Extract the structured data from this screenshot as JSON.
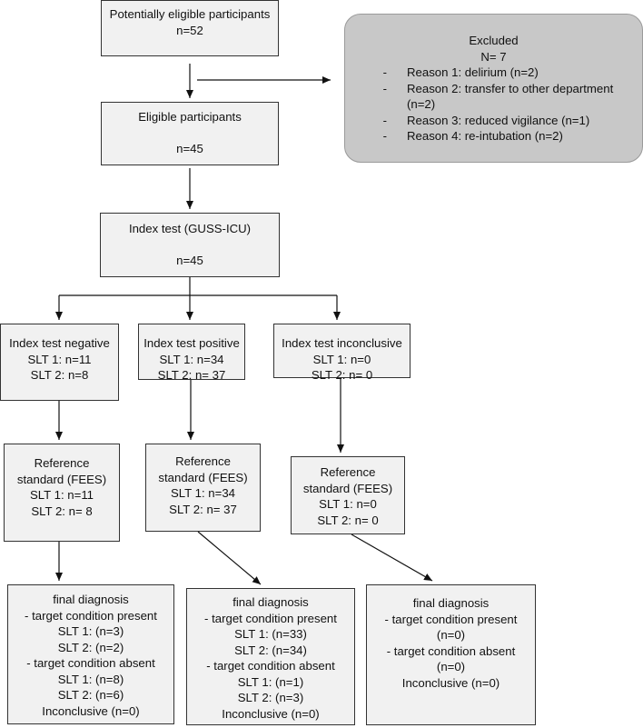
{
  "boxes": {
    "potentially": {
      "lines": [
        "Potentially eligible participants",
        "n=52"
      ]
    },
    "eligible": {
      "lines": [
        "Eligible participants",
        "",
        "n=45"
      ]
    },
    "index": {
      "lines": [
        "Index test (GUSS-ICU)",
        "",
        "n=45"
      ]
    },
    "index_negative": {
      "lines": [
        "Index test negative",
        "SLT 1: n=11",
        "SLT 2: n=8"
      ]
    },
    "index_positive": {
      "lines": [
        "Index test positive",
        "SLT 1: n=34",
        "SLT 2: n= 37"
      ]
    },
    "index_inconclusive": {
      "lines": [
        "Index test inconclusive",
        "SLT 1: n=0",
        "SLT 2: n= 0"
      ]
    },
    "ref_negative": {
      "lines": [
        "Reference",
        "standard (FEES)",
        "SLT 1: n=11",
        "SLT 2: n= 8"
      ]
    },
    "ref_positive": {
      "lines": [
        "Reference",
        "standard (FEES)",
        "SLT 1: n=34",
        "SLT 2: n= 37"
      ]
    },
    "ref_inconclusive": {
      "lines": [
        "Reference",
        "standard (FEES)",
        "SLT 1: n=0",
        "SLT 2: n= 0"
      ]
    },
    "final_negative": {
      "lines": [
        "final diagnosis",
        "- target condition present",
        "SLT 1: (n=3)",
        "SLT 2: (n=2)",
        "- target condition absent",
        "SLT 1: (n=8)",
        "SLT 2: (n=6)",
        "Inconclusive (n=0)"
      ]
    },
    "final_positive": {
      "lines": [
        "final diagnosis",
        "- target condition present",
        "SLT 1: (n=33)",
        "SLT 2: (n=34)",
        "- target condition absent",
        "SLT 1: (n=1)",
        "SLT 2: (n=3)",
        "Inconclusive (n=0)"
      ]
    },
    "final_inconclusive": {
      "lines": [
        "final diagnosis",
        "- target condition present",
        "(n=0)",
        "- target condition absent",
        "(n=0)",
        "Inconclusive (n=0)"
      ]
    }
  },
  "excluded": {
    "title": "Excluded",
    "count": "N= 7",
    "reasons": [
      {
        "dash": "-",
        "text": "Reason 1: delirium (n=2)"
      },
      {
        "dash": "-",
        "text": "Reason 2: transfer to other department (n=2)"
      },
      {
        "dash": "-",
        "text": "Reason 3: reduced vigilance (n=1)"
      },
      {
        "dash": "-",
        "text": "Reason 4: re-intubation (n=2)"
      }
    ]
  }
}
